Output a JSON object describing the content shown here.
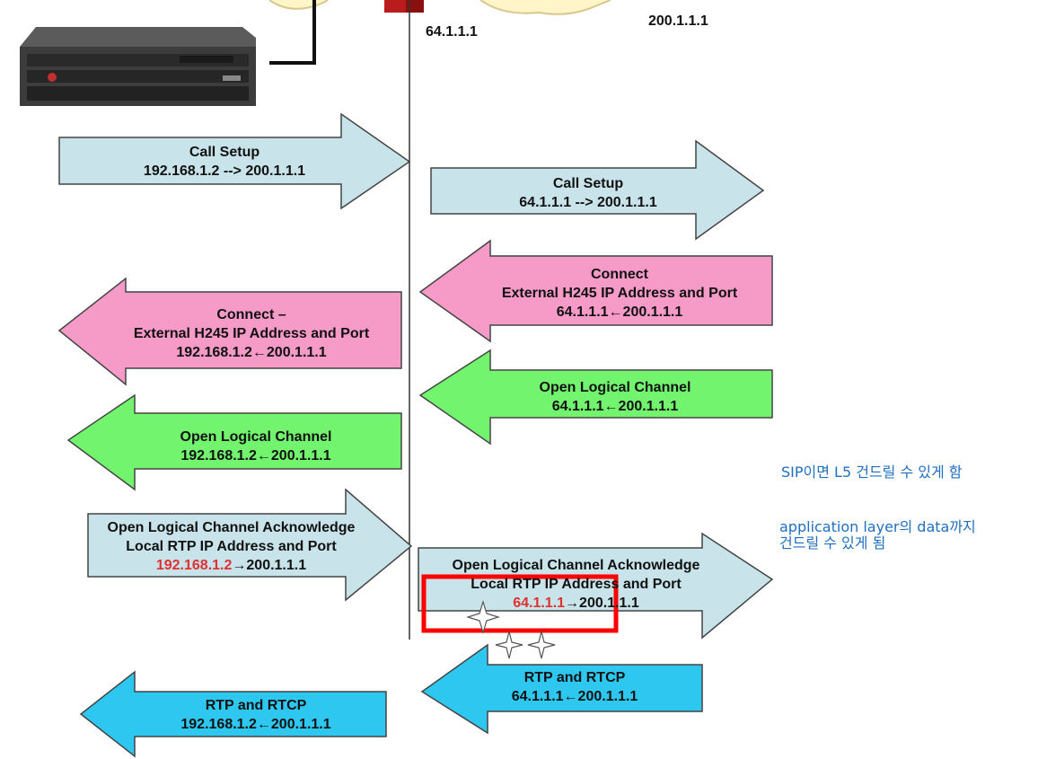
{
  "colors": {
    "light_blue": "#c8e4ea",
    "pink": "#f69ac8",
    "green": "#73f46f",
    "cyan": "#2ec7f0",
    "highlight": "#ff0000",
    "note_text": "#1f6fbf",
    "red_ip": "#e03030"
  },
  "network": {
    "ip_nat_outside": "64.1.1.1",
    "ip_remote": "200.1.1.1"
  },
  "left_arrows": {
    "call_setup": {
      "line1": "Call Setup",
      "line2": "192.168.1.2 --> 200.1.1.1"
    },
    "connect": {
      "line1": "Connect –",
      "line2": "External H245 IP Address and Port",
      "line3": "192.168.1.2←200.1.1.1"
    },
    "olc": {
      "line1": "Open Logical Channel",
      "line2": "192.168.1.2←200.1.1.1"
    },
    "olc_ack": {
      "line1": "Open Logical Channel Acknowledge",
      "line2": "Local RTP IP Address and Port",
      "line3_ip": "192.168.1.2",
      "line3_rest": "→200.1.1.1"
    },
    "rtp": {
      "line1": "RTP and RTCP",
      "line2": "192.168.1.2←200.1.1.1"
    }
  },
  "right_arrows": {
    "call_setup": {
      "line1": "Call Setup",
      "line2": "64.1.1.1 --> 200.1.1.1"
    },
    "connect": {
      "line1": "Connect",
      "line2": "External H245 IP Address and Port",
      "line3": "64.1.1.1←200.1.1.1"
    },
    "olc": {
      "line1": "Open Logical Channel",
      "line2": "64.1.1.1←200.1.1.1"
    },
    "olc_ack": {
      "line1": "Open Logical Channel Acknowledge",
      "line2": "Local RTP IP Address and Port",
      "line3_ip": "64.1.1.1",
      "line3_rest": "→200.1.1.1"
    },
    "rtp": {
      "line1": "RTP and RTCP",
      "line2": "64.1.1.1←200.1.1.1"
    }
  },
  "notes": {
    "note1": "SIP이면 L5 건드릴 수 있게 함",
    "note2_line1": "application layer의 data까지",
    "note2_line2": "건드릴 수 있게 됨"
  }
}
